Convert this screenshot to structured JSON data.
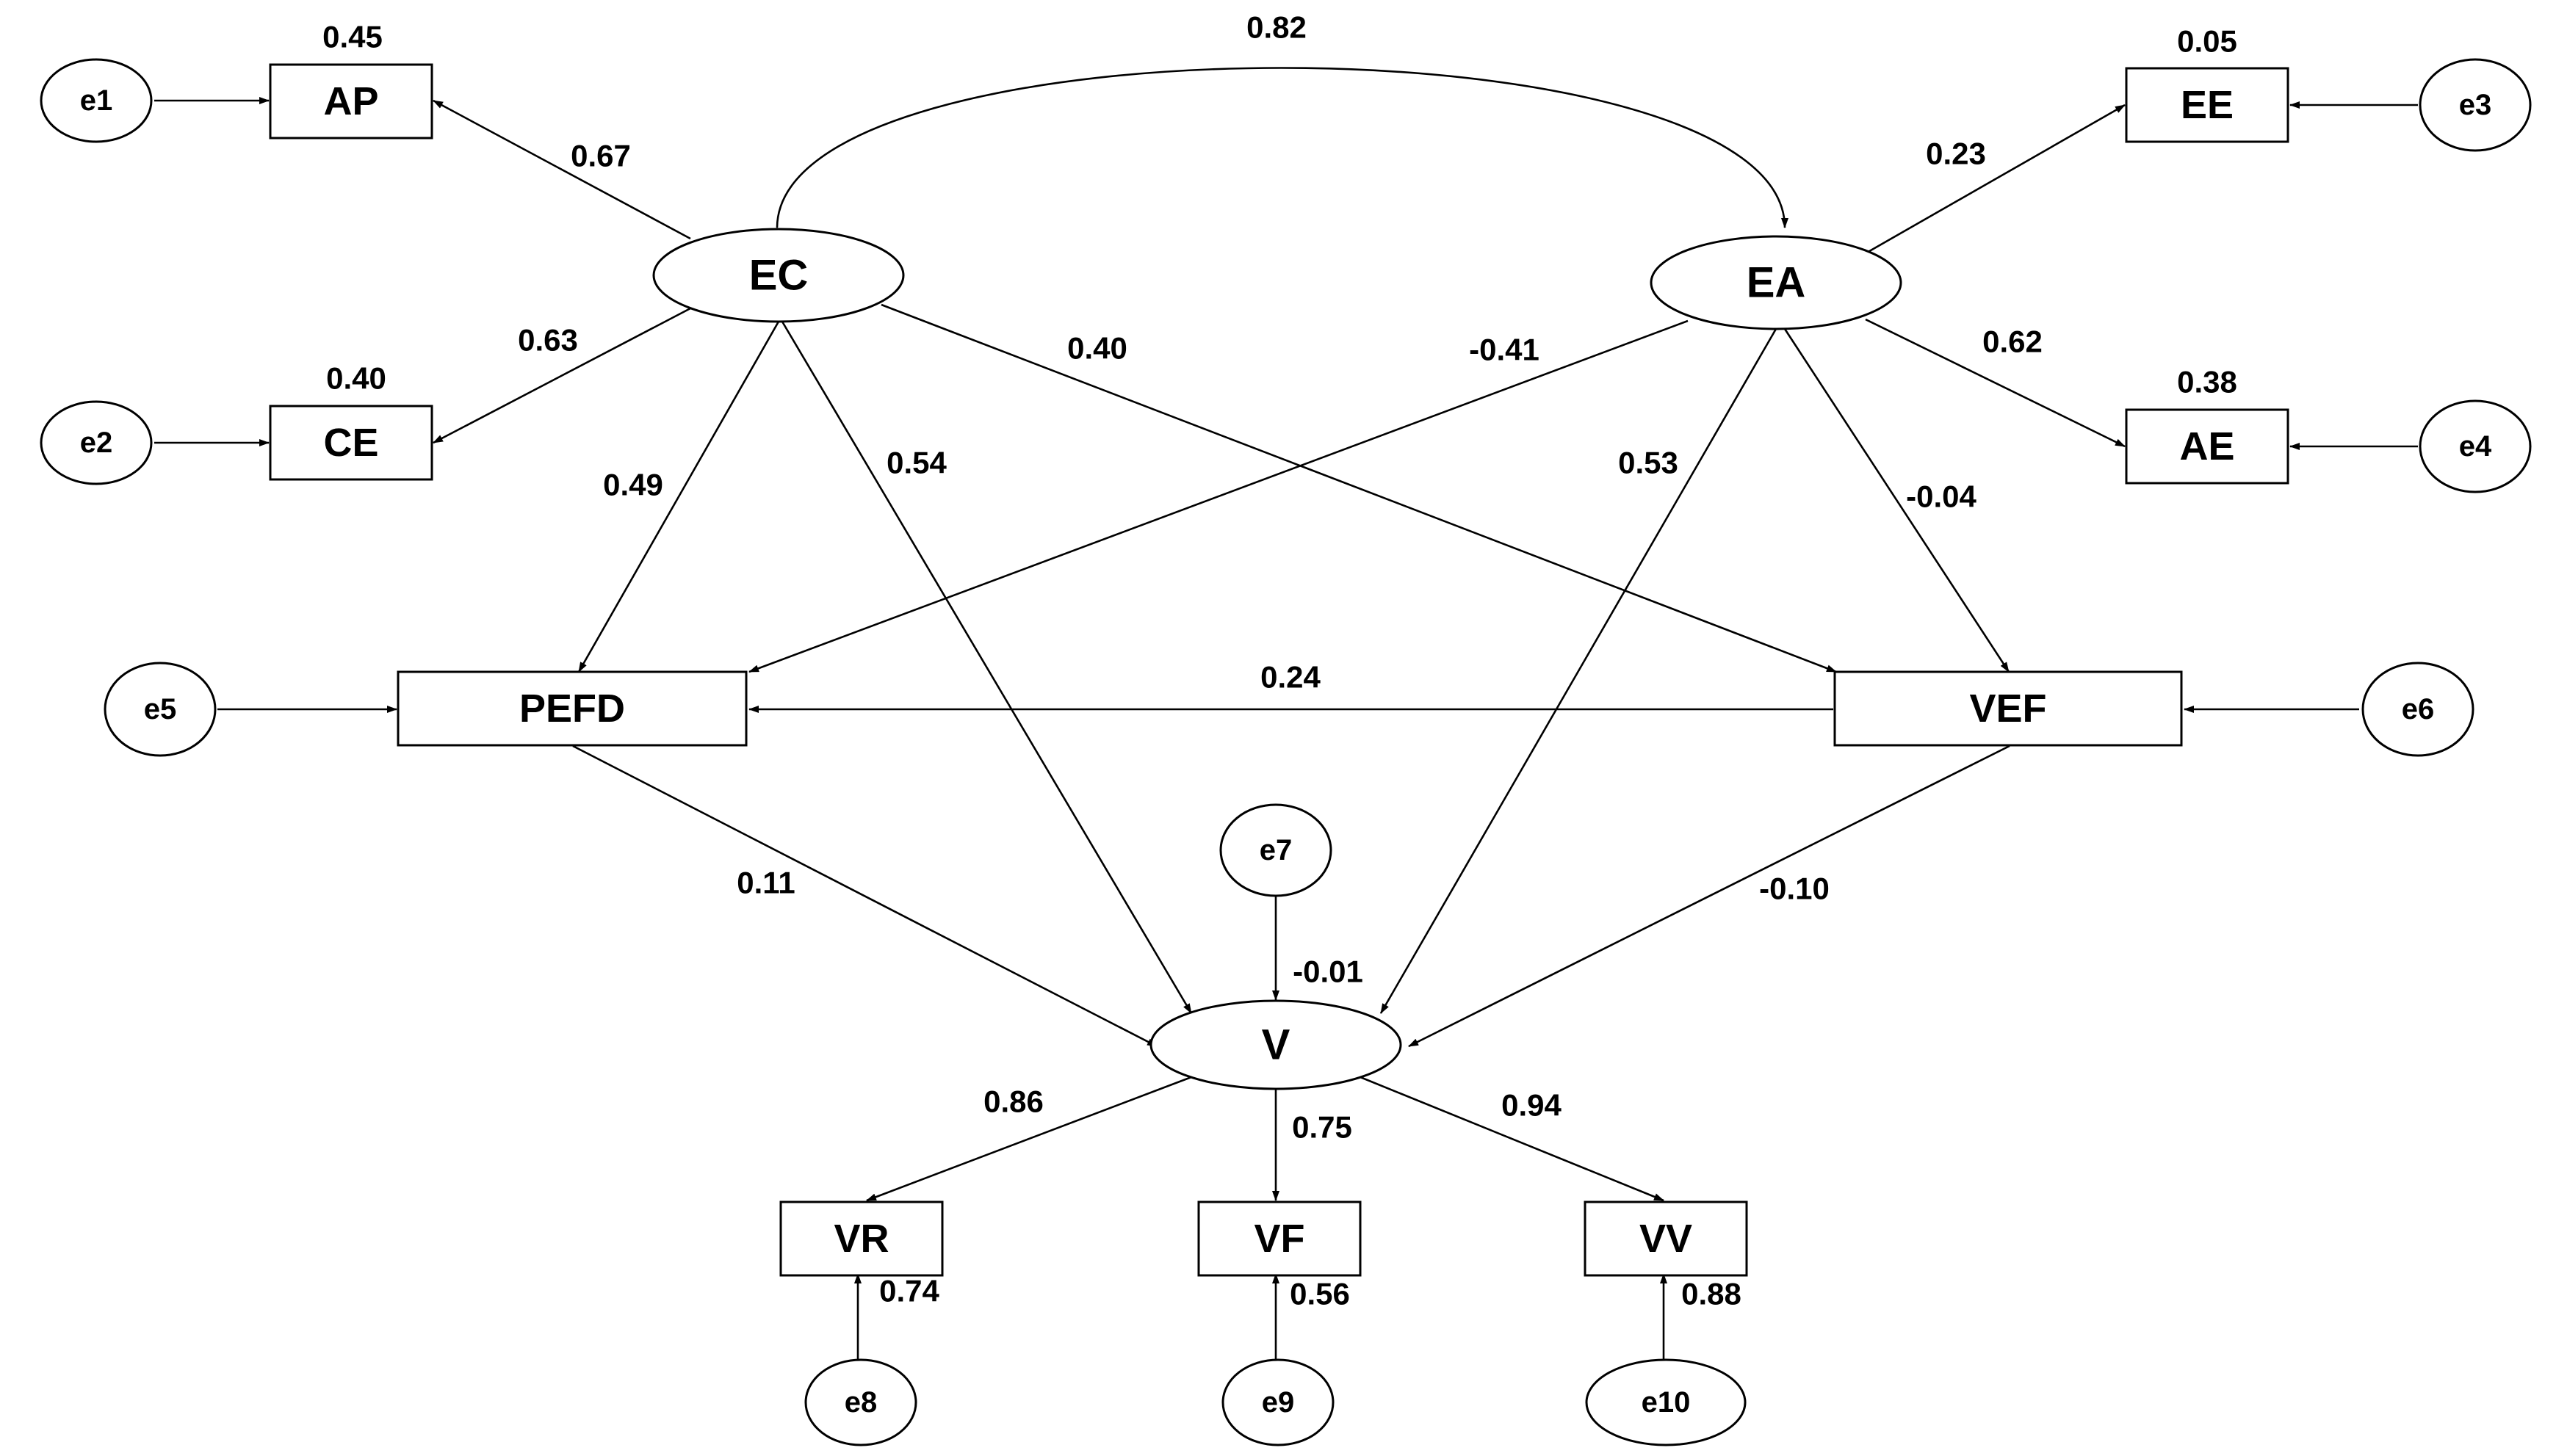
{
  "nodes": {
    "latent": {
      "EC": "EC",
      "EA": "EA",
      "V": "V"
    },
    "observed": {
      "AP": "AP",
      "CE": "CE",
      "EE": "EE",
      "AE": "AE",
      "PEFD": "PEFD",
      "VEF": "VEF",
      "VR": "VR",
      "VF": "VF",
      "VV": "VV"
    },
    "errors": {
      "e1": "e1",
      "e2": "e2",
      "e3": "e3",
      "e4": "e4",
      "e5": "e5",
      "e6": "e6",
      "e7": "e7",
      "e8": "e8",
      "e9": "e9",
      "e10": "e10"
    }
  },
  "r_squared": {
    "AP": "0.45",
    "CE": "0.40",
    "EE": "0.05",
    "AE": "0.38"
  },
  "paths": {
    "EC_EA": "0.82",
    "EC_AP": "0.67",
    "EC_CE": "0.63",
    "EA_EE": "0.23",
    "EA_AE": "0.62",
    "EC_VEF": "0.40",
    "EA_PEFD": "-0.41",
    "EC_PEFD": "0.49",
    "EC_V": "0.54",
    "EA_V": "0.53",
    "EA_VEF": "-0.04",
    "VEF_PEFD": "0.24",
    "PEFD_V": "0.11",
    "VEF_V": "-0.10",
    "e7_V": "-0.01",
    "V_VR": "0.86",
    "V_VF": "0.75",
    "V_VV": "0.94",
    "e8_VR": "0.74",
    "e9_VF": "0.56",
    "e10_VV": "0.88"
  }
}
